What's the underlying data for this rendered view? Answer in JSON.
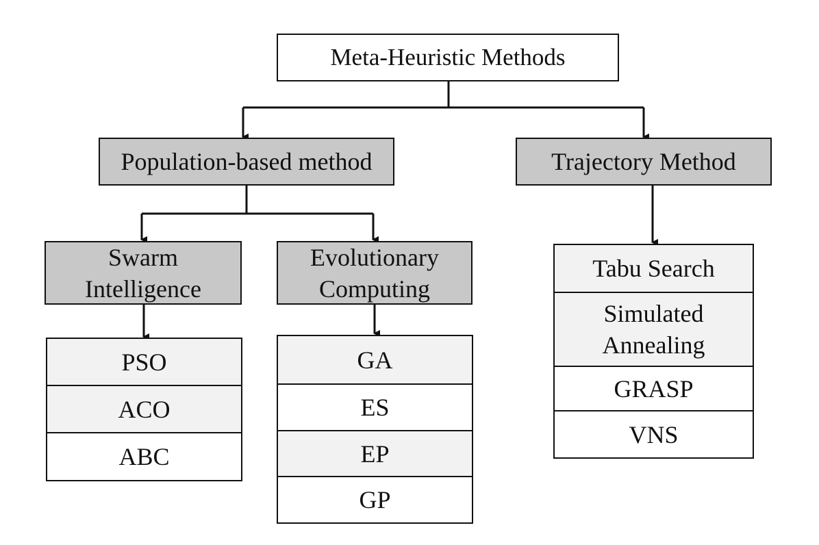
{
  "root": {
    "label": "Meta-Heuristic Methods"
  },
  "population": {
    "label": "Population-based method",
    "swarm": {
      "line1": "Swarm",
      "line2": "Intelligence",
      "items": [
        "PSO",
        "ACO",
        "ABC"
      ]
    },
    "evolutionary": {
      "line1": "Evolutionary",
      "line2": "Computing",
      "items": [
        "GA",
        "ES",
        "EP",
        "GP"
      ]
    }
  },
  "trajectory": {
    "label": "Trajectory Method",
    "items": {
      "tabu": "Tabu Search",
      "sa_line1": "Simulated",
      "sa_line2": "Annealing",
      "grasp": "GRASP",
      "vns": "VNS"
    }
  },
  "colors": {
    "category_fill": "#c8c8c8",
    "light_cell_fill": "#f2f2f2",
    "white_cell_fill": "#ffffff",
    "line": "#111111"
  }
}
